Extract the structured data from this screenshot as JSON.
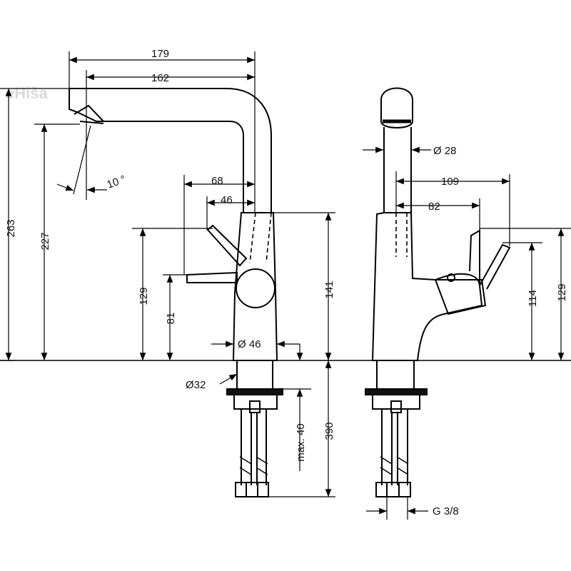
{
  "watermark": "eHiša",
  "side_view": {
    "dims": {
      "spout_reach": "179",
      "aerator_reach": "162",
      "angle": "10 °",
      "lever_reach": "68",
      "lever_reach_inner": "46",
      "total_height": "263",
      "spout_height": "227",
      "lever_height": "129",
      "lever_low_height": "81",
      "body_height": "141",
      "base_diameter": "Ø 46",
      "shank_diameter": "Ø32",
      "max_deck": "max. 40",
      "below_deck": "390"
    }
  },
  "front_view": {
    "dims": {
      "spout_diameter": "Ø 28",
      "lever_reach": "109",
      "lever_reach_inner": "82",
      "lever_height_inner": "114",
      "lever_height": "129",
      "connection": "G 3/8"
    }
  }
}
